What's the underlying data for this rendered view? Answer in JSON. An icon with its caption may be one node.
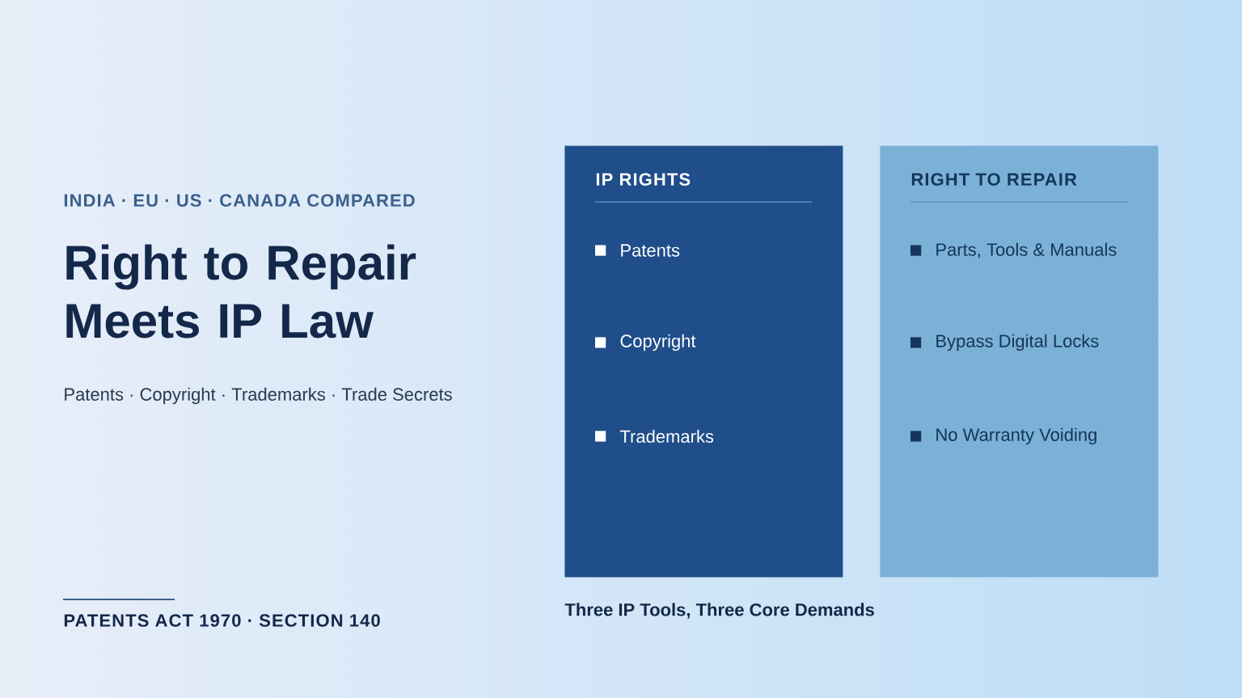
{
  "diagram": {
    "title": "Right to Repair Meets IP Law",
    "caption": "Three IP Tools, Three Core Demands",
    "nodes": [
      {
        "text": [
          "IP RIGHTS",
          "Patents",
          "Copyright",
          "Trademarks"
        ]
      },
      {
        "text": [
          "RIGHT TO REPAIR",
          "Parts, Tools & Manuals",
          "Bypass Digital Locks",
          "No Warranty Voiding"
        ]
      }
    ],
    "labels": [
      "INDIA · EU · US · CANADA COMPARED",
      "Patents · Copyright · Trademarks · Trade Secrets",
      "PATENTS ACT 1970 · SECTION 140"
    ]
  }
}
